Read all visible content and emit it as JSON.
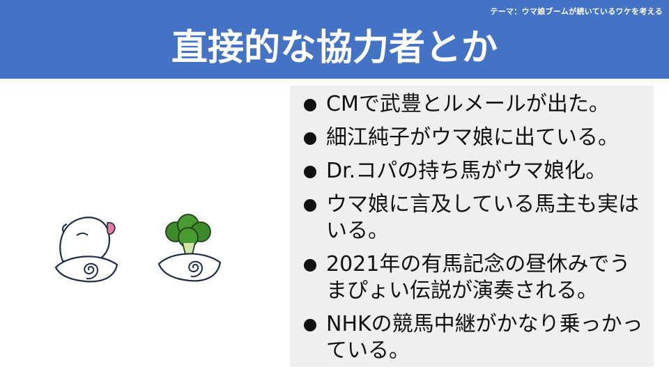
{
  "slide": {
    "theme_label": "テーマ：ウマ娘ブームが続いているワケを考える",
    "title": "直接的な協力者とか"
  },
  "bullets": [
    "CMで武豊とルメールが出た。",
    "細江純子がウマ娘に出ている。",
    "Dr.コパの持ち馬がウマ娘化。",
    "ウマ娘に言及している馬主も実はいる。",
    "2021年の有馬記念の昼休みでうまぴょい伝説が演奏される。",
    "NHKの競馬中継がかなり乗っかっている。"
  ],
  "colors": {
    "header": "#4472c4",
    "panel": "#efefef",
    "text": "#111111",
    "mascot_pink": "#e77aa0",
    "mascot_green": "#3d8a2a"
  },
  "icons": [
    "white-creature-icon",
    "broccoli-creature-icon"
  ]
}
